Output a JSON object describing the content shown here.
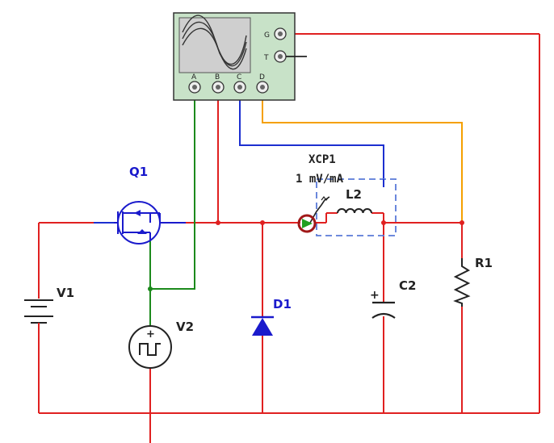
{
  "oscilloscope": {
    "terminals_bottom": [
      "A",
      "B",
      "C",
      "D"
    ],
    "terminals_right": [
      "G",
      "T"
    ]
  },
  "components": {
    "q1": "Q1",
    "v1": "V1",
    "v2": "V2",
    "d1": "D1",
    "c2": "C2",
    "r1": "R1",
    "l2": "L2",
    "probe_name": "XCP1",
    "probe_ratio": "1 mV/mA"
  },
  "colors": {
    "wire_power": "#e02020",
    "wire_blue": "#1c2fd0",
    "wire_green": "#1c8a1c",
    "wire_orange": "#f5a000",
    "component": "#1a1acc",
    "label": "#1a1acc",
    "scope_body": "#c8e2c8",
    "scope_screen": "#cfcfcf"
  }
}
